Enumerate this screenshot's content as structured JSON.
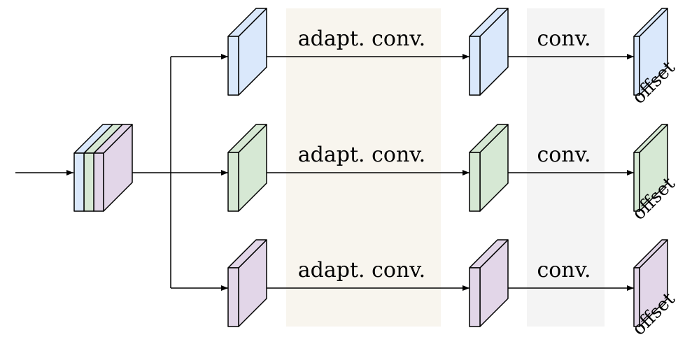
{
  "colors": {
    "blue": "#dae8fb",
    "green": "#d6e8d4",
    "purple": "#e2d6e8",
    "adapt_band": "#f8f5ee",
    "conv_band": "#f4f4f4"
  },
  "labels": {
    "adapt_conv": "adapt. conv.",
    "conv": "conv.",
    "offset": "offset"
  },
  "branches": [
    {
      "color": "blue",
      "adapt_label": "adapt. conv.",
      "conv_label": "conv.",
      "output_label": "offset"
    },
    {
      "color": "green",
      "adapt_label": "adapt. conv.",
      "conv_label": "conv.",
      "output_label": "offset"
    },
    {
      "color": "purple",
      "adapt_label": "adapt. conv.",
      "conv_label": "conv.",
      "output_label": "offset"
    }
  ]
}
